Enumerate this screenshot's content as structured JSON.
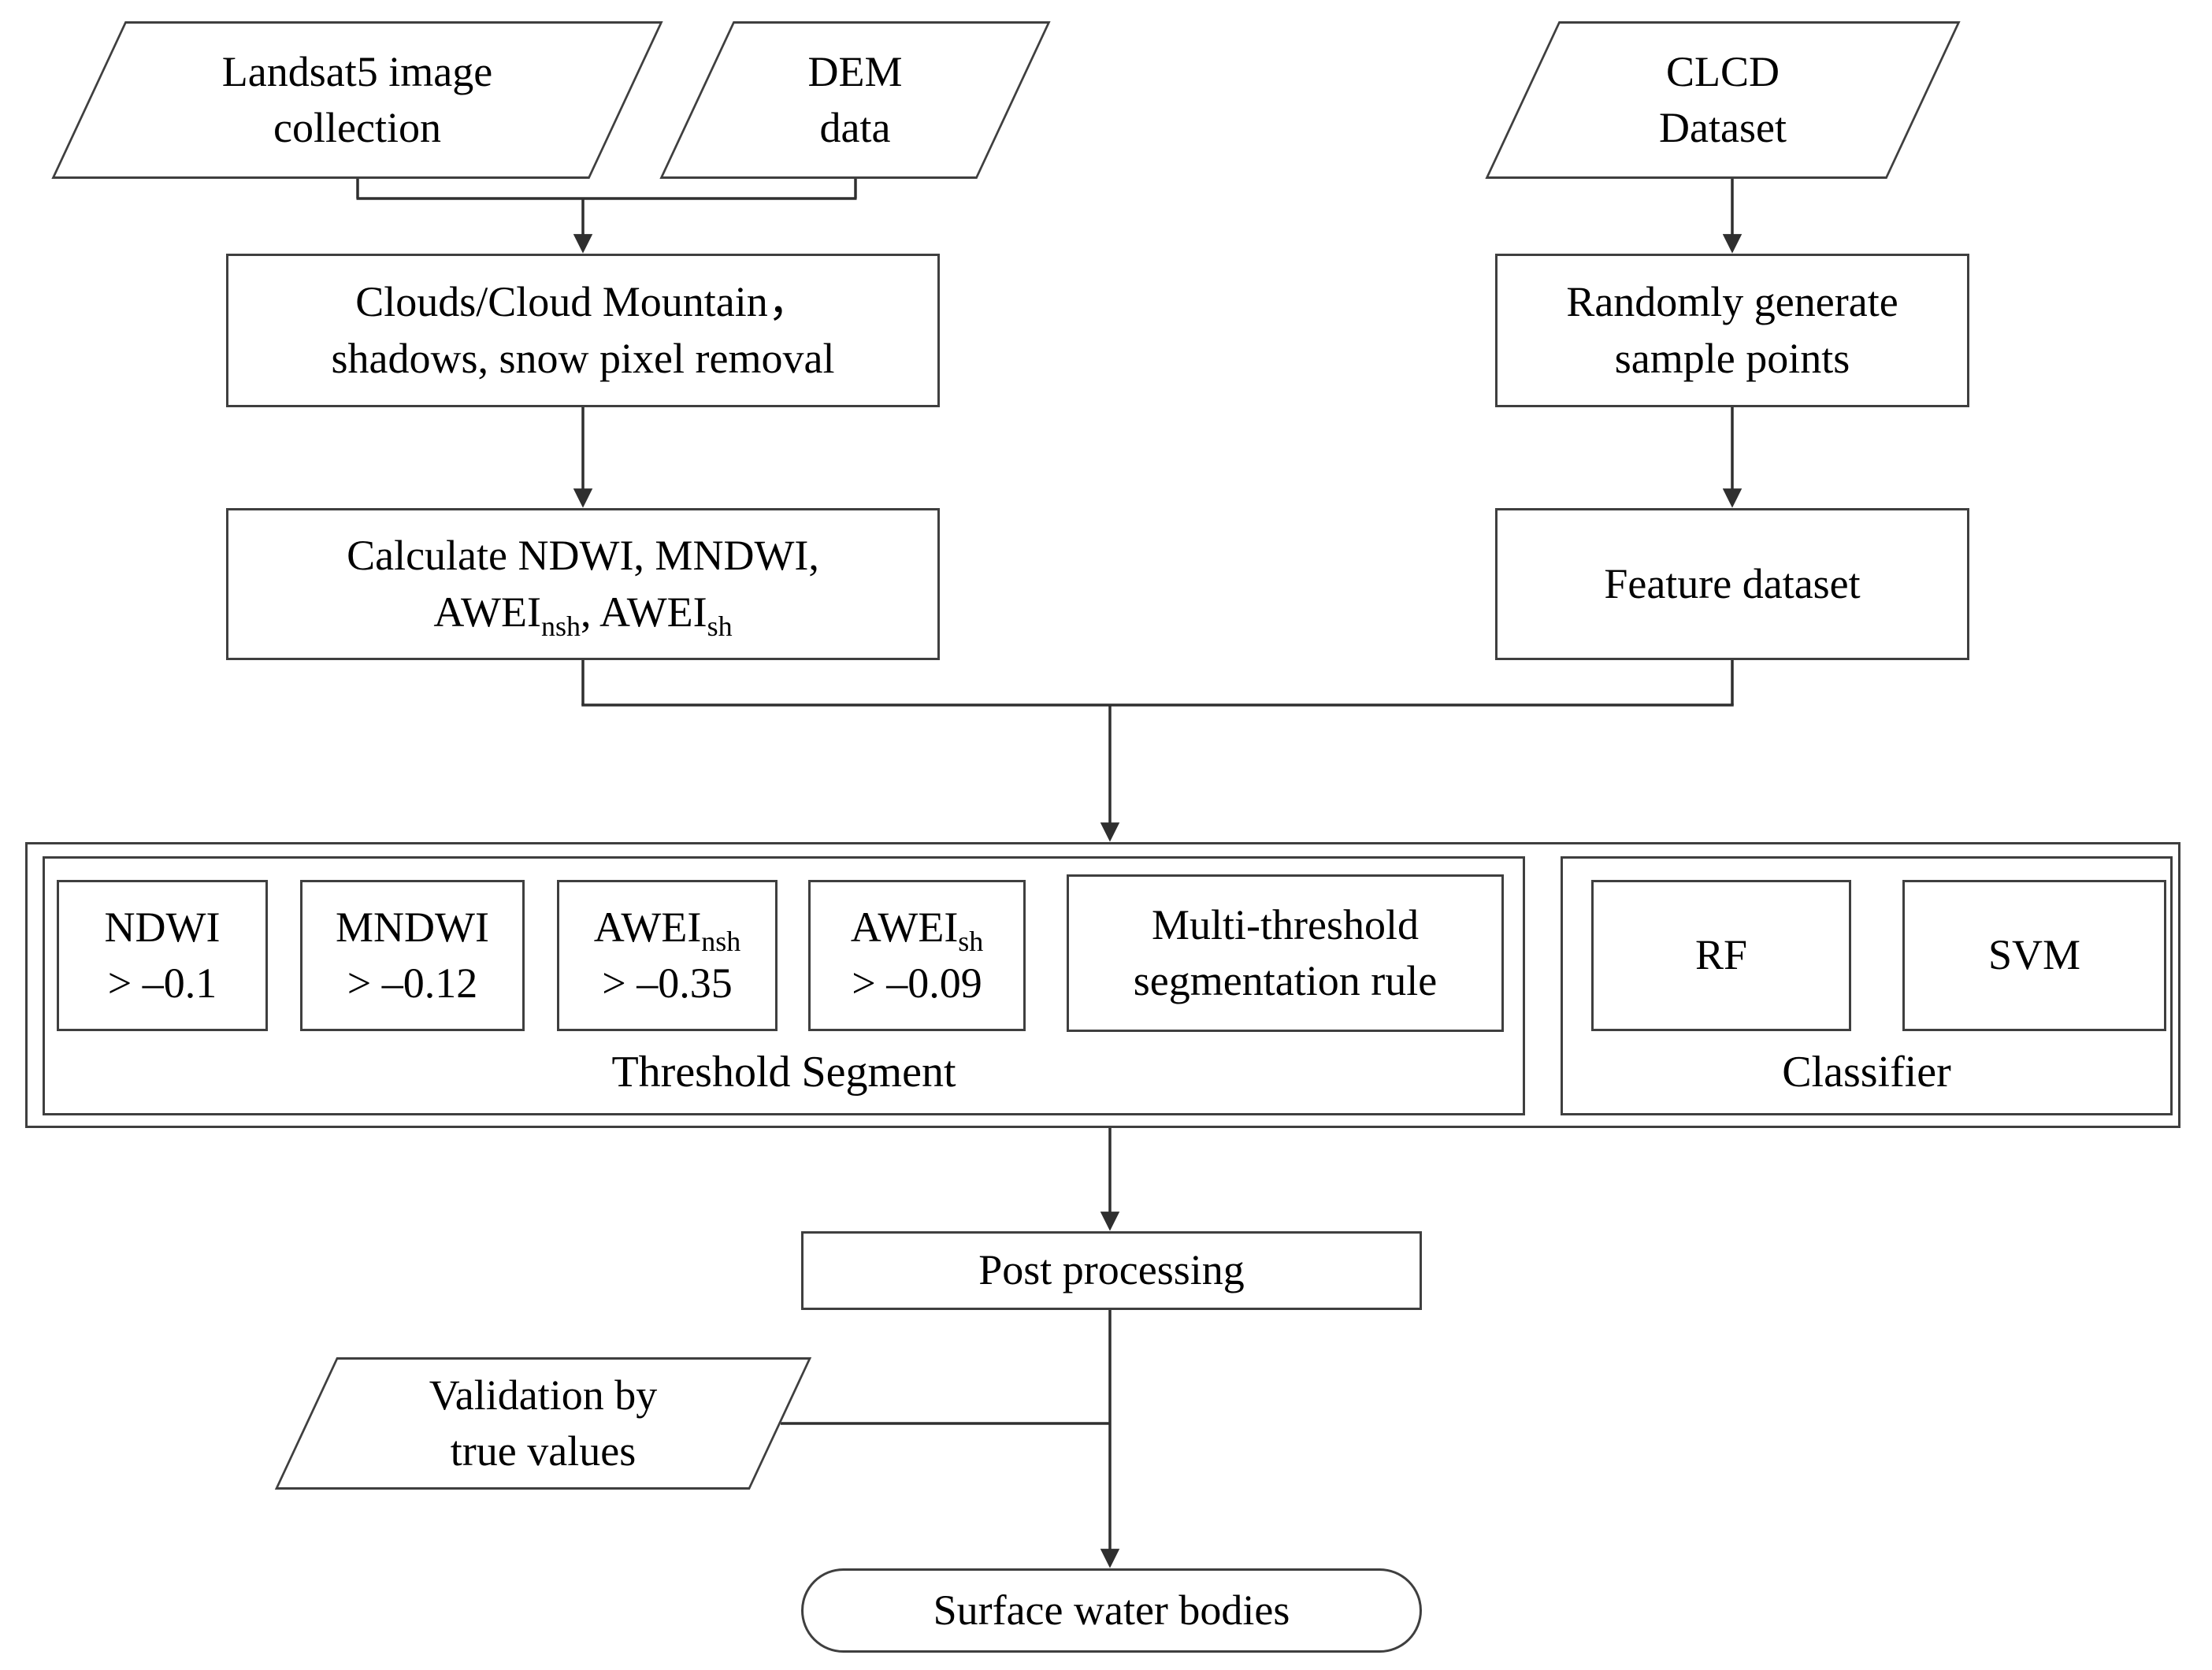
{
  "palette": {
    "line": "#3f3f3f",
    "text": "#000000",
    "background": "#ffffff"
  },
  "nodes": {
    "landsat": {
      "line1": "Landsat5 image",
      "line2": "collection"
    },
    "dem": {
      "line1": "DEM",
      "line2": "data"
    },
    "clcd": {
      "line1": "CLCD",
      "line2": "Dataset"
    },
    "cloud_removal": {
      "line1": "Clouds/Cloud Mountain，",
      "line2": "shadows, snow pixel removal"
    },
    "calculate": {
      "line1": "Calculate NDWI, MNDWI,",
      "base1": "AWEI",
      "sub1": "nsh",
      "comma": ", ",
      "base2": "AWEI",
      "sub2": "sh"
    },
    "random_points": {
      "line1": "Randomly generate",
      "line2": "sample points"
    },
    "feature_dataset": {
      "label": "Feature dataset"
    },
    "post_processing": {
      "label": "Post processing"
    },
    "validation": {
      "line1": "Validation by",
      "line2": "true values"
    },
    "surface_water": {
      "label": "Surface water bodies"
    }
  },
  "groups": {
    "threshold": {
      "label": "Threshold Segment",
      "boxes": [
        {
          "base": "NDWI",
          "sub": "",
          "line2": "> –0.1"
        },
        {
          "base": "MNDWI",
          "sub": "",
          "line2": "> –0.12"
        },
        {
          "base": "AWEI",
          "sub": "nsh",
          "line2": "> –0.35"
        },
        {
          "base": "AWEI",
          "sub": "sh",
          "line2": "> –0.09"
        }
      ],
      "rule_box": {
        "line1": "Multi-threshold",
        "line2": "segmentation rule"
      }
    },
    "classifier": {
      "label": "Classifier",
      "boxes": [
        {
          "label": "RF"
        },
        {
          "label": "SVM"
        }
      ]
    }
  }
}
